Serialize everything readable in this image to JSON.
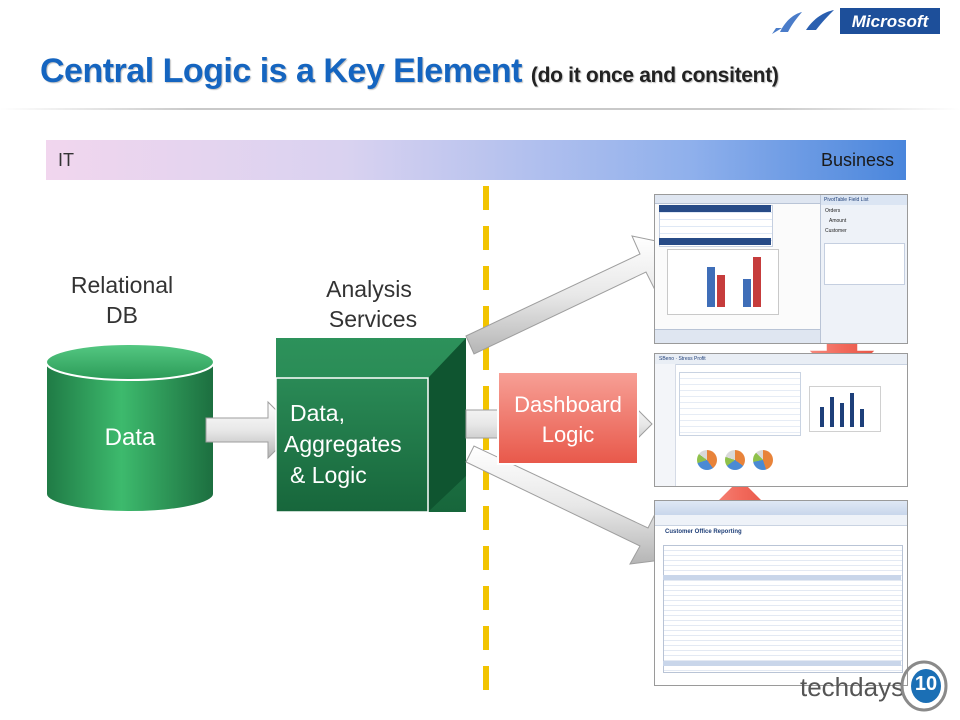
{
  "brand": {
    "logo_text": "Microsoft"
  },
  "title": {
    "main": "Central Logic is a Key Element",
    "sub": "(do it once and consitent)"
  },
  "band": {
    "left_label": "IT",
    "right_label": "Business"
  },
  "nodes": {
    "relational_db": {
      "label_line1": "Relational",
      "label_line2": "DB",
      "shape_text": "Data"
    },
    "analysis_services": {
      "label_line1": "Analysis",
      "label_line2": "Services",
      "cube_line1": "Data,",
      "cube_line2": "Aggregates",
      "cube_line3": "& Logic"
    },
    "dashboard_logic": {
      "line1": "Dashboard",
      "line2": "Logic"
    }
  },
  "screenshots": {
    "pivot": {
      "field_list_title": "PivotTable Field List",
      "orders": "Orders",
      "amount": "Amount",
      "customer": "Customer"
    },
    "web": {
      "app_title": "SBeno  ·  Stress Profit"
    },
    "report": {
      "heading": "Customer Office Reporting"
    }
  },
  "footer": {
    "event": "techdays",
    "number": "10"
  },
  "colors": {
    "title": "#1565c0",
    "db_green": "#2f9c5a",
    "cube_green": "#1f7a4a",
    "dashboard_red": "#ef6b5c",
    "separator": "#f2c400"
  }
}
